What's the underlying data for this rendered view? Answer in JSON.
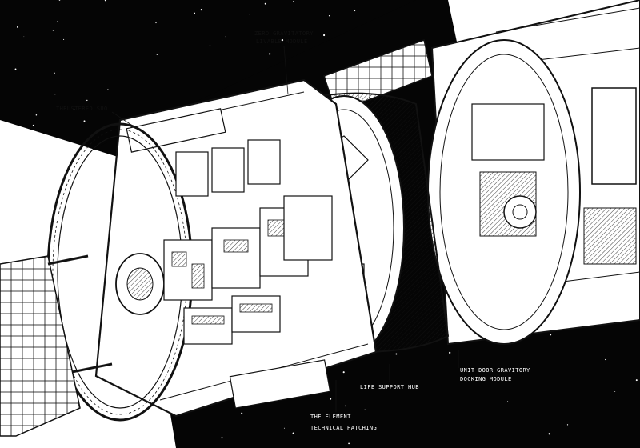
{
  "illustration": {
    "subject": "space station module cutaway",
    "palette": {
      "ink": "#111111",
      "space": "#050505",
      "paper": "#ffffff",
      "shade": "#d9d9d9"
    }
  },
  "labels": {
    "top_line1": "ZERO GRAVITATORY",
    "top_line2": "LIVABLE MODULE",
    "left": "THRUSTERED SUO",
    "bottom_center": "LIFE SUPPORT HUB",
    "bottom_right_line1": "UNIT DOOR GRAVITORY",
    "bottom_right_line2": "DOCKING MODULE",
    "bottom_line1": "THE ELEMENT",
    "bottom_line2": "TECHNICAL HATCHING"
  }
}
